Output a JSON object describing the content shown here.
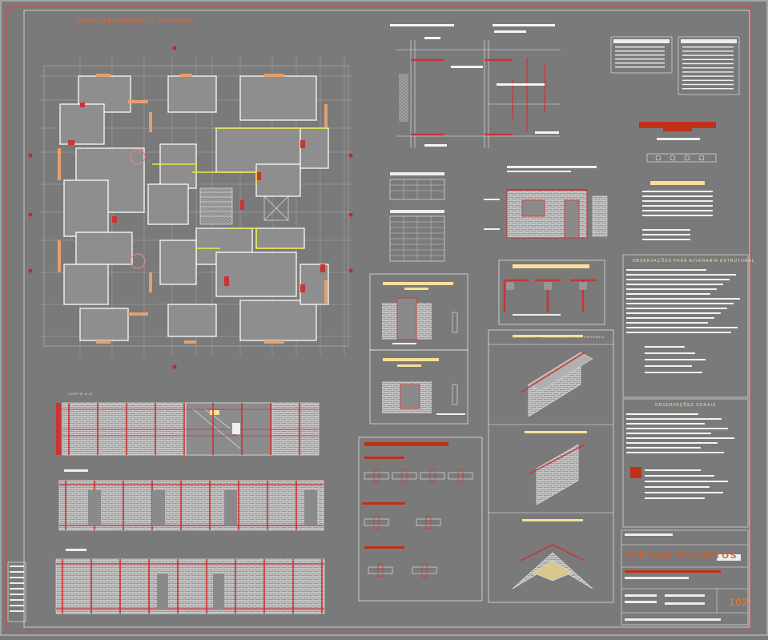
{
  "drawing": {
    "plan_title": "PLANTA DE ALVENARIA 1º PAVIMENTO",
    "section_a_label": "CORTE A-A",
    "notes_structural_heading": "OBSERVAÇÕES PARA ALVENARIA ESTRUTURAL",
    "notes_general_heading": "OBSERVAÇÕES GERAIS",
    "detail_heading": "DETALHES - AMARRAÇÕES DAS PAREDES",
    "company": "STEFANI PROJETOS",
    "sheet_number": "102"
  }
}
